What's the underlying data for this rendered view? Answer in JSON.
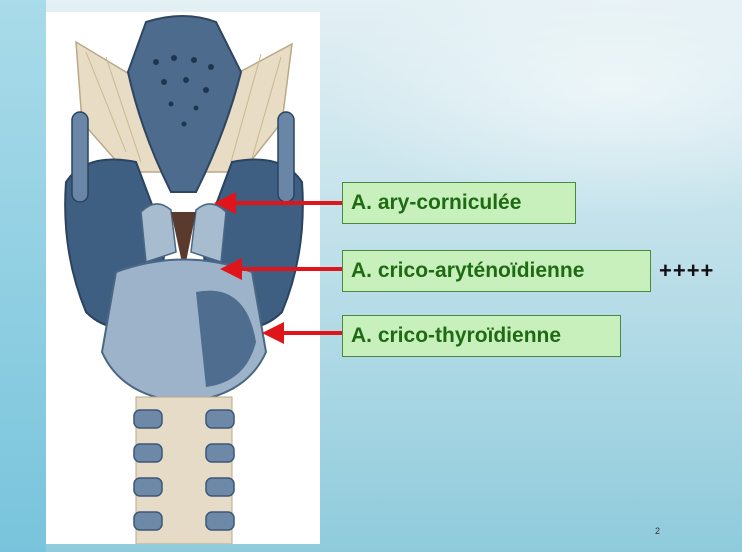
{
  "labels": {
    "ary_corniculee": "A. ary-corniculée",
    "crico_arytenoidienne": "A. crico-aryténoïdienne",
    "crico_thyroidienne": "A. crico-thyroïdienne"
  },
  "importance_marker": "++++",
  "page_number": "2",
  "colors": {
    "label_fill": "#c8f0bd",
    "label_text": "#1f6b14",
    "arrow": "#e0141b"
  }
}
